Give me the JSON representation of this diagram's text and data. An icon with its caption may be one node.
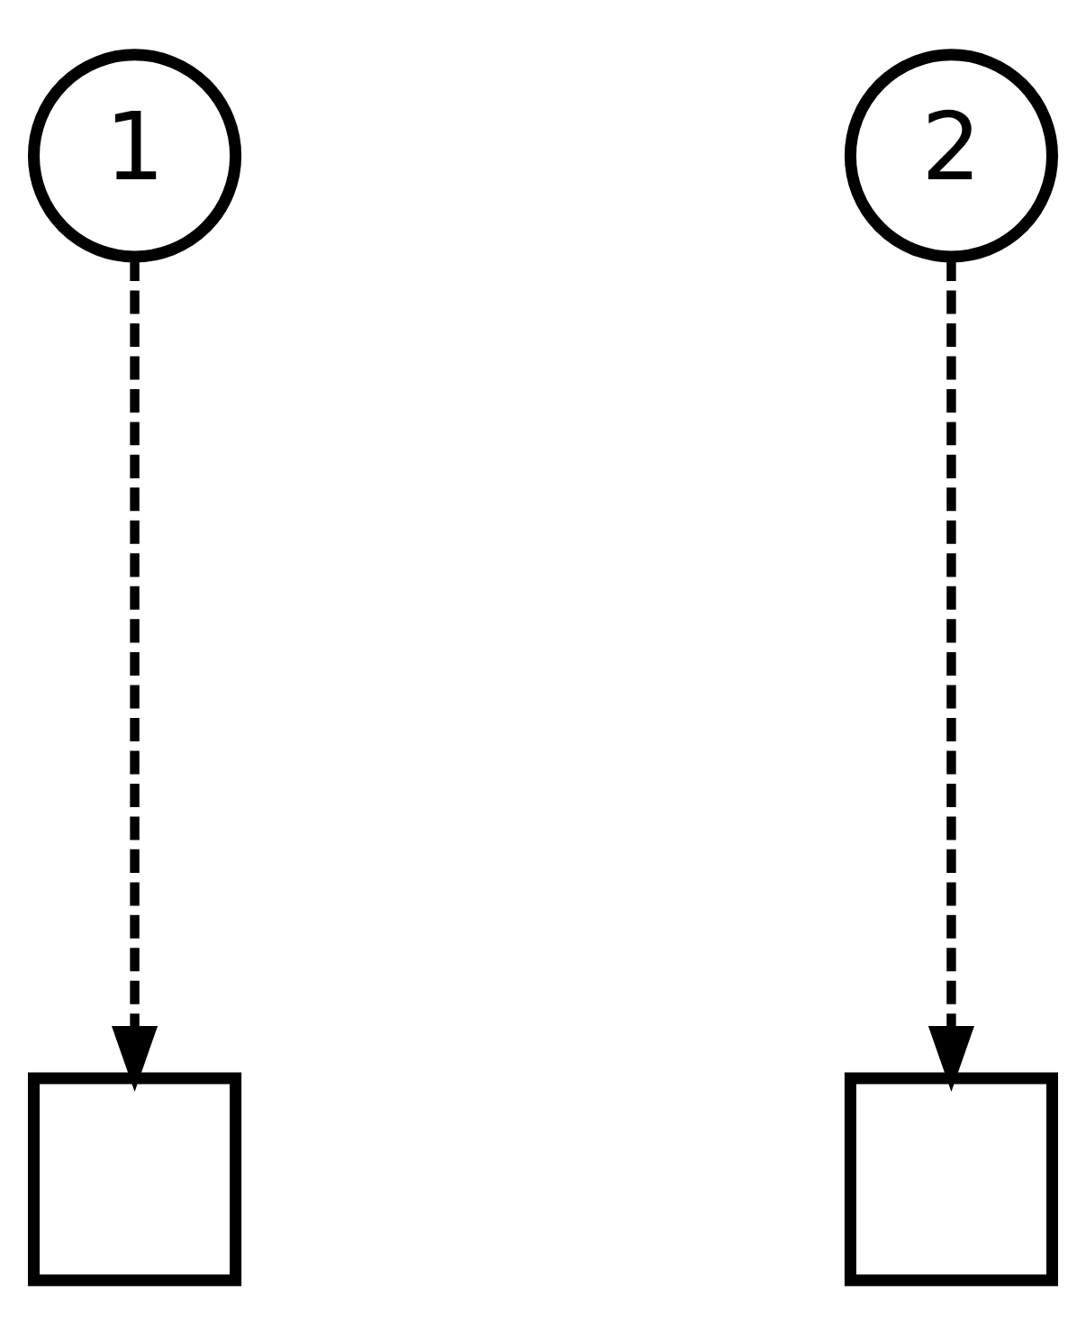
{
  "diagram": {
    "nodes": [
      {
        "text": [
          "1"
        ]
      },
      {
        "text": [
          "2"
        ]
      },
      {
        "text": [],
        "shape": "box"
      },
      {
        "text": [],
        "shape": "box"
      }
    ],
    "edges": [
      {
        "from": 0,
        "to": 2,
        "arrow": "to",
        "style": "dashed"
      },
      {
        "from": 1,
        "to": 3,
        "arrow": "to",
        "style": "dashed"
      }
    ]
  }
}
